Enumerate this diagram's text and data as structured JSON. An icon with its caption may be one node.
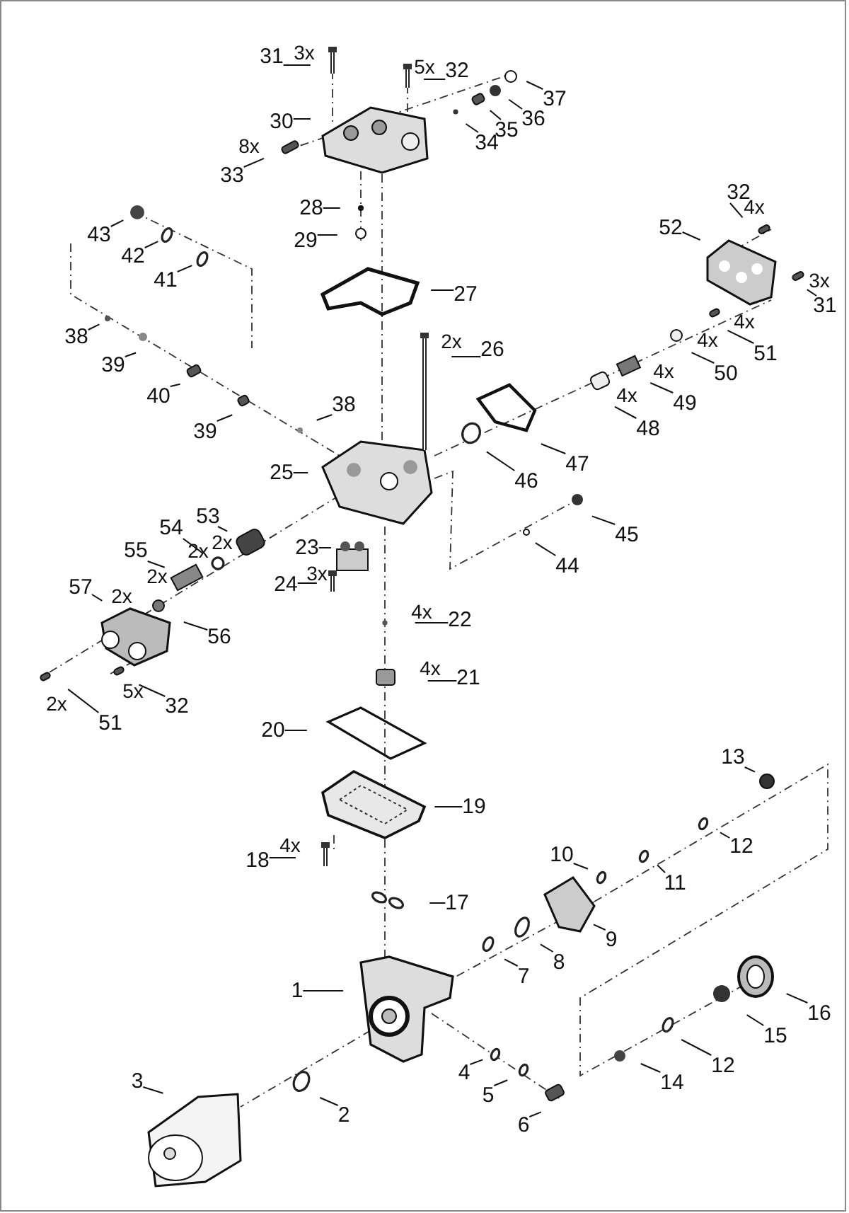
{
  "diagram": {
    "nodes": [
      {
        "text": [
          "31"
        ],
        "beside": [
          "3x"
        ]
      },
      {
        "text": [
          "32"
        ],
        "beside": [
          "5x"
        ]
      },
      {
        "text": [
          "37"
        ]
      },
      {
        "text": [
          "36"
        ]
      },
      {
        "text": [
          "35"
        ]
      },
      {
        "text": [
          "34"
        ]
      },
      {
        "text": [
          "30"
        ]
      },
      {
        "text": [
          "33"
        ],
        "beside": [
          "8x"
        ]
      },
      {
        "text": [
          "28"
        ]
      },
      {
        "text": [
          "29"
        ]
      },
      {
        "text": [
          "43"
        ]
      },
      {
        "text": [
          "42"
        ]
      },
      {
        "text": [
          "41"
        ]
      },
      {
        "text": [
          "27"
        ]
      },
      {
        "text": [
          "52"
        ]
      },
      {
        "text": [
          "32"
        ],
        "beside": [
          "4x"
        ]
      },
      {
        "text": [
          "31"
        ],
        "beside": [
          "3x"
        ]
      },
      {
        "text": [
          "38"
        ]
      },
      {
        "text": [
          "39"
        ]
      },
      {
        "text": [
          "40"
        ]
      },
      {
        "text": [
          "39"
        ]
      },
      {
        "text": [
          "38"
        ]
      },
      {
        "text": [
          "26"
        ],
        "beside": [
          "2x"
        ]
      },
      {
        "text": [
          "51"
        ],
        "beside": [
          "4x"
        ]
      },
      {
        "text": [
          "50"
        ],
        "beside": [
          "4x"
        ]
      },
      {
        "text": [
          "49"
        ],
        "beside": [
          "4x"
        ]
      },
      {
        "text": [
          "48"
        ],
        "beside": [
          "4x"
        ]
      },
      {
        "text": [
          "47"
        ]
      },
      {
        "text": [
          "46"
        ]
      },
      {
        "text": [
          "25"
        ]
      },
      {
        "text": [
          "45"
        ]
      },
      {
        "text": [
          "44"
        ]
      },
      {
        "text": [
          "53"
        ],
        "beside": [
          "2x"
        ]
      },
      {
        "text": [
          "54"
        ],
        "beside": [
          "2x"
        ]
      },
      {
        "text": [
          "55"
        ],
        "beside": [
          "2x"
        ]
      },
      {
        "text": [
          "57"
        ],
        "beside": [
          "2x"
        ]
      },
      {
        "text": [
          "56"
        ]
      },
      {
        "text": [
          "23"
        ]
      },
      {
        "text": [
          "24"
        ],
        "beside": [
          "3x"
        ]
      },
      {
        "text": [
          "22"
        ],
        "beside": [
          "4x"
        ]
      },
      {
        "text": [
          "21"
        ],
        "beside": [
          "4x"
        ]
      },
      {
        "text": [
          "51"
        ],
        "beside": [
          "2x"
        ]
      },
      {
        "text": [
          "32"
        ],
        "beside": [
          "5x"
        ]
      },
      {
        "text": [
          "20"
        ]
      },
      {
        "text": [
          "19"
        ]
      },
      {
        "text": [
          "18"
        ],
        "beside": [
          "4x"
        ]
      },
      {
        "text": [
          "13"
        ]
      },
      {
        "text": [
          "12"
        ]
      },
      {
        "text": [
          "10"
        ]
      },
      {
        "text": [
          "11"
        ]
      },
      {
        "text": [
          "17"
        ]
      },
      {
        "text": [
          "1"
        ]
      },
      {
        "text": [
          "9"
        ]
      },
      {
        "text": [
          "8"
        ]
      },
      {
        "text": [
          "7"
        ]
      },
      {
        "text": [
          "16"
        ]
      },
      {
        "text": [
          "15"
        ]
      },
      {
        "text": [
          "12"
        ]
      },
      {
        "text": [
          "14"
        ]
      },
      {
        "text": [
          "4"
        ]
      },
      {
        "text": [
          "5"
        ]
      },
      {
        "text": [
          "6"
        ]
      },
      {
        "text": [
          "3"
        ]
      },
      {
        "text": [
          "2"
        ]
      }
    ],
    "edges": [
      {
        "from": 0,
        "to": null,
        "arrow": "none"
      },
      {
        "from": 1,
        "to": null,
        "arrow": "none"
      },
      {
        "from": 2,
        "to": null,
        "arrow": "none"
      },
      {
        "from": 3,
        "to": null,
        "arrow": "none"
      },
      {
        "from": 4,
        "to": null,
        "arrow": "none"
      },
      {
        "from": 5,
        "to": null,
        "arrow": "none"
      },
      {
        "from": 6,
        "to": null,
        "arrow": "none"
      },
      {
        "from": 7,
        "to": null,
        "arrow": "none"
      },
      {
        "from": 8,
        "to": null,
        "arrow": "none"
      },
      {
        "from": 9,
        "to": null,
        "arrow": "none"
      },
      {
        "from": 10,
        "to": null,
        "arrow": "none"
      },
      {
        "from": 11,
        "to": null,
        "arrow": "none"
      },
      {
        "from": 12,
        "to": null,
        "arrow": "none"
      },
      {
        "from": 13,
        "to": null,
        "arrow": "none"
      },
      {
        "from": 14,
        "to": null,
        "arrow": "none"
      },
      {
        "from": 15,
        "to": null,
        "arrow": "none"
      },
      {
        "from": 16,
        "to": null,
        "arrow": "none"
      },
      {
        "from": 17,
        "to": null,
        "arrow": "none"
      },
      {
        "from": 18,
        "to": null,
        "arrow": "none"
      },
      {
        "from": 19,
        "to": null,
        "arrow": "none"
      },
      {
        "from": 20,
        "to": null,
        "arrow": "none"
      },
      {
        "from": 21,
        "to": null,
        "arrow": "none"
      },
      {
        "from": 22,
        "to": null,
        "arrow": "none"
      },
      {
        "from": 23,
        "to": null,
        "arrow": "none"
      },
      {
        "from": 24,
        "to": null,
        "arrow": "none"
      },
      {
        "from": 25,
        "to": null,
        "arrow": "none"
      },
      {
        "from": 26,
        "to": null,
        "arrow": "none"
      },
      {
        "from": 27,
        "to": null,
        "arrow": "none"
      },
      {
        "from": 28,
        "to": null,
        "arrow": "none"
      },
      {
        "from": 29,
        "to": null,
        "arrow": "none"
      },
      {
        "from": 30,
        "to": null,
        "arrow": "none"
      },
      {
        "from": 31,
        "to": null,
        "arrow": "none"
      },
      {
        "from": 32,
        "to": null,
        "arrow": "none"
      },
      {
        "from": 33,
        "to": null,
        "arrow": "none"
      },
      {
        "from": 34,
        "to": null,
        "arrow": "none"
      },
      {
        "from": 35,
        "to": null,
        "arrow": "none"
      },
      {
        "from": 36,
        "to": null,
        "arrow": "none"
      },
      {
        "from": 37,
        "to": null,
        "arrow": "none"
      },
      {
        "from": 38,
        "to": null,
        "arrow": "none"
      },
      {
        "from": 39,
        "to": null,
        "arrow": "none"
      },
      {
        "from": 40,
        "to": null,
        "arrow": "none"
      },
      {
        "from": 41,
        "to": null,
        "arrow": "none"
      },
      {
        "from": 42,
        "to": null,
        "arrow": "none"
      },
      {
        "from": 43,
        "to": null,
        "arrow": "none"
      },
      {
        "from": 44,
        "to": null,
        "arrow": "none"
      },
      {
        "from": 45,
        "to": null,
        "arrow": "none"
      },
      {
        "from": 46,
        "to": null,
        "arrow": "none"
      },
      {
        "from": 47,
        "to": null,
        "arrow": "none"
      },
      {
        "from": 48,
        "to": null,
        "arrow": "none"
      },
      {
        "from": 49,
        "to": null,
        "arrow": "none"
      },
      {
        "from": 50,
        "to": null,
        "arrow": "none"
      },
      {
        "from": 51,
        "to": null,
        "arrow": "none"
      },
      {
        "from": 52,
        "to": null,
        "arrow": "none"
      },
      {
        "from": 53,
        "to": null,
        "arrow": "none"
      },
      {
        "from": 54,
        "to": null,
        "arrow": "none"
      },
      {
        "from": 55,
        "to": null,
        "arrow": "none"
      },
      {
        "from": 56,
        "to": null,
        "arrow": "none"
      },
      {
        "from": 57,
        "to": null,
        "arrow": "none"
      },
      {
        "from": 58,
        "to": null,
        "arrow": "none"
      },
      {
        "from": 59,
        "to": null,
        "arrow": "none"
      },
      {
        "from": 60,
        "to": null,
        "arrow": "none"
      },
      {
        "from": 61,
        "to": null,
        "arrow": "none"
      },
      {
        "from": 62,
        "to": null,
        "arrow": "none"
      },
      {
        "from": 63,
        "to": null,
        "arrow": "none"
      }
    ]
  }
}
